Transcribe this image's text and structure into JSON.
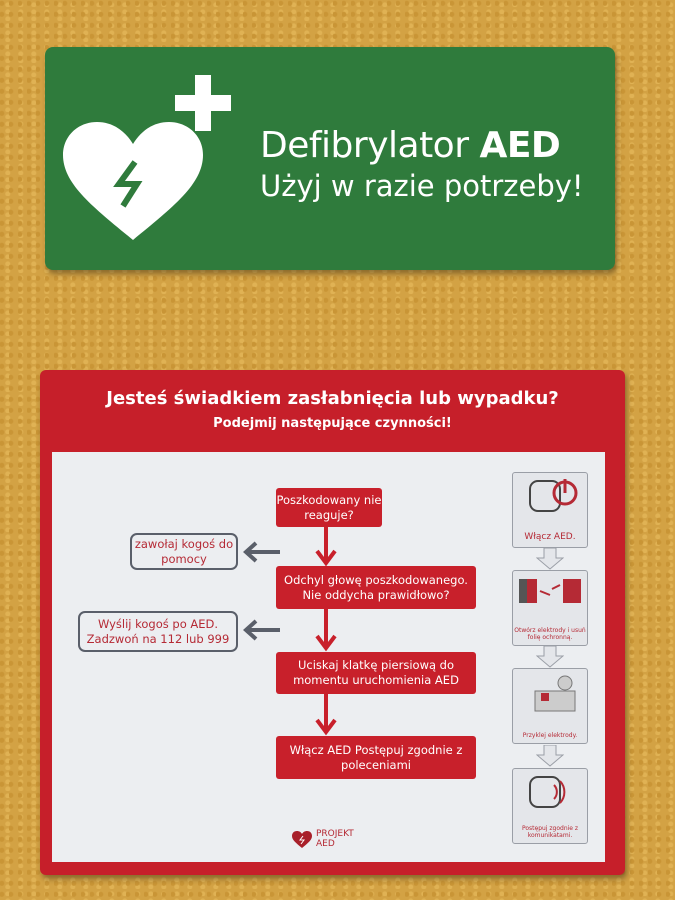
{
  "top_sign": {
    "title_light": "Defibrylator",
    "title_bold": "AED",
    "subtitle": "Użyj w razie potrzeby!",
    "color": "#2f7b3c"
  },
  "bottom_sign": {
    "heading": "Jesteś świadkiem zasłabnięcia lub wypadku?",
    "subheading": "Podejmij następujące czynności!",
    "flow": [
      "Poszkodowany nie reaguje?",
      "Odchyl głowę poszkodowanego. Nie oddycha prawidłowo?",
      "Uciskaj klatkę piersiową do momentu uruchomienia AED",
      "Włącz AED Postępuj zgodnie z poleceniami"
    ],
    "side": [
      "zawołaj kogoś do pomocy",
      "Wyślij kogoś po AED. Zadzwoń na 112 lub 999"
    ],
    "steps": [
      "Włącz AED.",
      "Otwórz elektrody i usuń folię ochronną.",
      "Przyklej elektrody.",
      "Postępuj zgodnie z komunikatami."
    ],
    "logo": {
      "line1": "PROJEKT",
      "line2": "AED"
    },
    "color": "#c61f2a"
  }
}
